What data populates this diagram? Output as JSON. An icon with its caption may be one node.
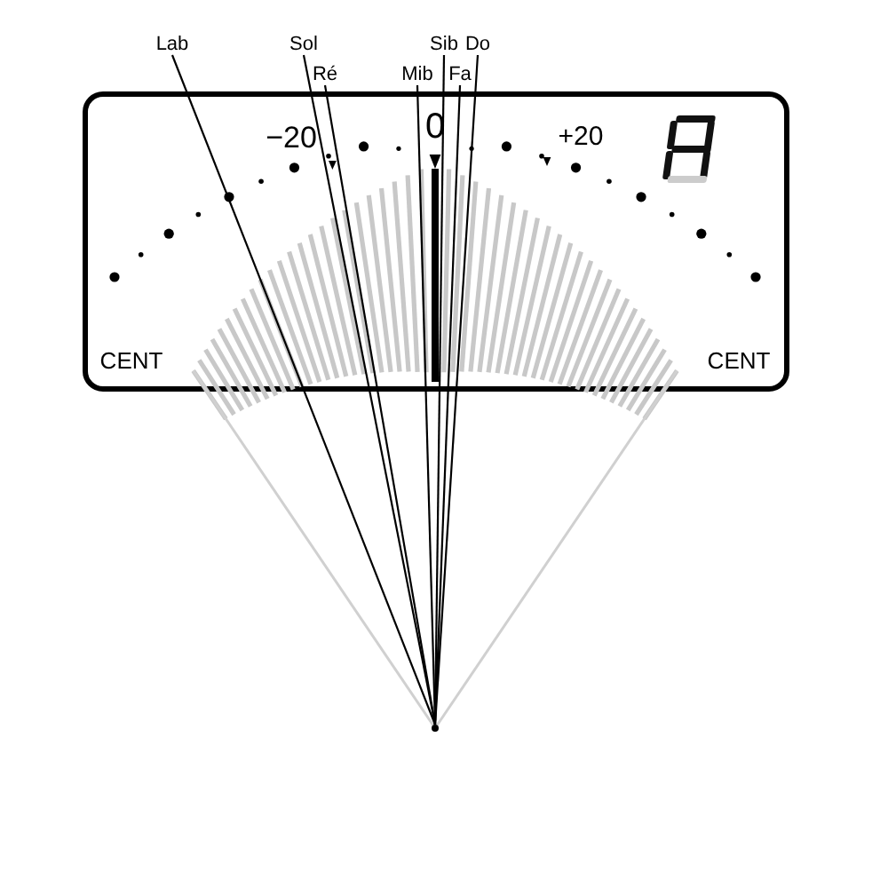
{
  "diagram": {
    "nodes": [
      {
        "text": [
          "Lab"
        ]
      },
      {
        "text": [
          "Sol"
        ]
      },
      {
        "text": [
          "Sib"
        ]
      },
      {
        "text": [
          "Do"
        ]
      },
      {
        "text": [
          "Ré"
        ]
      },
      {
        "text": [
          "Mib"
        ]
      },
      {
        "text": [
          "Fa"
        ]
      },
      {
        "text": [],
        "shape": "circle"
      }
    ],
    "edges": [
      {
        "from": 0,
        "to": 7,
        "arrow": "none"
      },
      {
        "from": 1,
        "to": 7,
        "arrow": "none"
      },
      {
        "from": 2,
        "to": 7,
        "arrow": "none"
      },
      {
        "from": 3,
        "to": 7,
        "arrow": "none"
      },
      {
        "from": 4,
        "to": 7,
        "arrow": "none"
      },
      {
        "from": 5,
        "to": 7,
        "arrow": "none"
      },
      {
        "from": 6,
        "to": 7,
        "arrow": "none"
      }
    ],
    "labels": [
      "−20",
      "0",
      "+20",
      "CENT",
      "CENT"
    ]
  }
}
